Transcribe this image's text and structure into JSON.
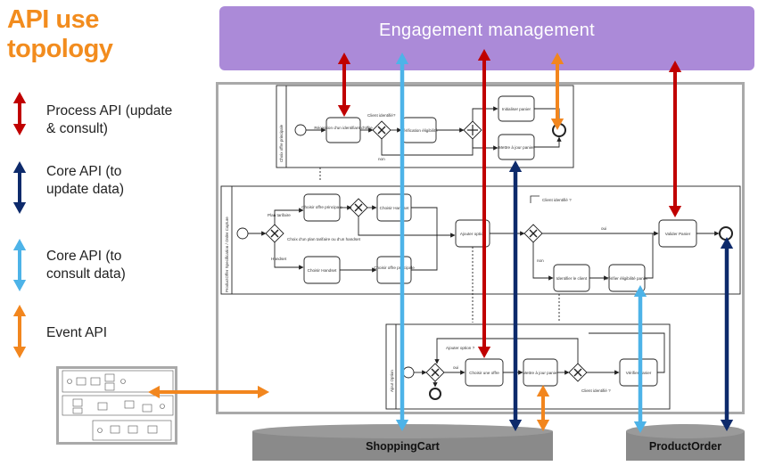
{
  "title_line1": "API use",
  "title_line2": "topology",
  "legend": [
    {
      "label_line1": "Process API (update",
      "label_line2": "& consult)",
      "color": "#c00000",
      "icon": "double-arrow-icon"
    },
    {
      "label_line1": "Core API (to",
      "label_line2": "update data)",
      "color": "#0d2a6b",
      "icon": "double-arrow-icon"
    },
    {
      "label_line1": "Core API (to",
      "label_line2": "consult data)",
      "color": "#4db3e8",
      "icon": "double-arrow-icon"
    },
    {
      "label_line1": "Event API",
      "label_line2": "",
      "color": "#f2861e",
      "icon": "double-arrow-icon"
    }
  ],
  "banner": "Engagement management",
  "databases": {
    "cart": "ShoppingCart",
    "order": "ProductOrder"
  },
  "lanes": {
    "top": "Choix offre principale",
    "middle": "ProductOffer Specification / Order Capture",
    "bottom": "Ajout Option"
  },
  "tasks": {
    "reception": "Réception d'un identifiant d'offre",
    "verification": "Vérification éligibilité",
    "initialiser": "Initialiser panier",
    "mettre_jour_top": "Mettre à jour panier",
    "choix_offre": "Choisir offre principale",
    "choix_handset_top": "Choisir Handset",
    "choix_handset_bottom": "Choisir Handset",
    "choix_offre_bottom": "Choisir offre principale",
    "ajouter_option": "Ajouter option",
    "valider_panier": "Valider Panier",
    "identifier_client": "Identifier le client",
    "verifier_eligibilite": "Vérifier éligibilité panier",
    "choisir_une_offre": "Choisir une offre",
    "mettre_jour_bottom": "Mettre à jour panier",
    "verifier_panier": "Vérifier panier"
  },
  "labels": {
    "client_identifie_top": "Client identifié?",
    "non_top": "non",
    "plan_tarifaire": "Plan tarifaire",
    "choix_plan": "Choix d'un plan tarifaire ou d'un handset",
    "handset": "Handset",
    "client_identifie_mid": "Client identifié ?",
    "oui_mid": "oui",
    "non_mid": "non",
    "ajouter_option_q": "Ajouter option ?",
    "oui_bottom": "oui",
    "client_identifie_bottom": "Client identifié ?"
  }
}
